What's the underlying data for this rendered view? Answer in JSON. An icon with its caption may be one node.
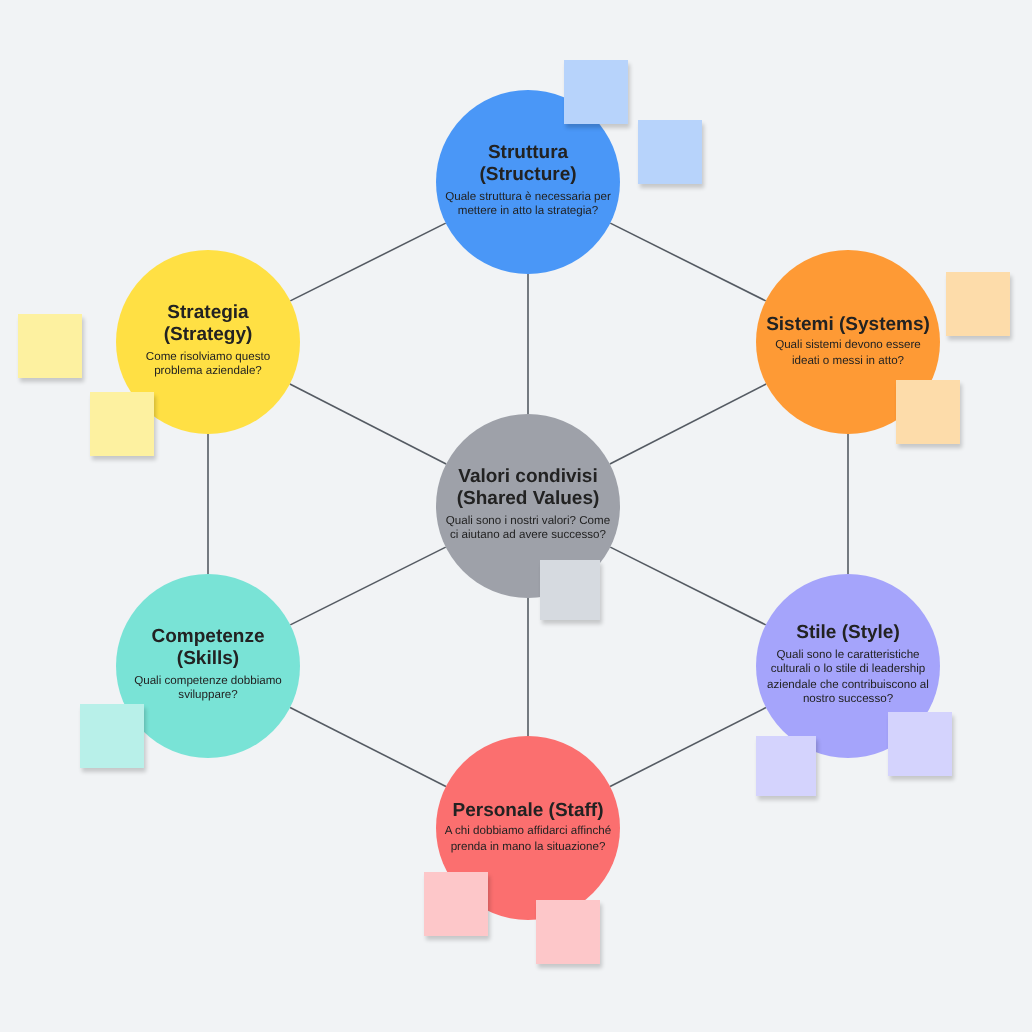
{
  "diagram": {
    "nodes": [
      {
        "text": [
          "Struttura (Structure)",
          "Quale struttura è necessaria per mettere in atto la strategia?"
        ]
      },
      {
        "text": [
          "Strategia (Strategy)",
          "Come risolviamo questo problema aziendale?"
        ]
      },
      {
        "text": [
          "Sistemi (Systems)",
          "Quali sistemi devono essere ideati o messi in atto?"
        ]
      },
      {
        "text": [
          "Valori condivisi (Shared Values)",
          "Quali sono i nostri valori? Come ci aiutano ad avere successo?"
        ]
      },
      {
        "text": [
          "Competenze (Skills)",
          "Quali competenze dobbiamo sviluppare?"
        ]
      },
      {
        "text": [
          "Stile (Style)",
          "Quali sono le caratteristiche culturali o lo stile di leadership aziendale che contribuiscono al nostro successo?"
        ]
      },
      {
        "text": [
          "Personale (Staff)",
          "A chi dobbiamo affidarci affinché prenda in mano la situazione?"
        ]
      }
    ],
    "edges": [
      {
        "from": 0,
        "to": 1,
        "arrow": "none"
      },
      {
        "from": 0,
        "to": 2,
        "arrow": "none"
      },
      {
        "from": 1,
        "to": 4,
        "arrow": "none"
      },
      {
        "from": 2,
        "to": 5,
        "arrow": "none"
      },
      {
        "from": 4,
        "to": 6,
        "arrow": "none"
      },
      {
        "from": 5,
        "to": 6,
        "arrow": "none"
      },
      {
        "from": 3,
        "to": 0,
        "arrow": "none"
      },
      {
        "from": 3,
        "to": 1,
        "arrow": "none"
      },
      {
        "from": 3,
        "to": 2,
        "arrow": "none"
      },
      {
        "from": 3,
        "to": 4,
        "arrow": "none"
      },
      {
        "from": 3,
        "to": 5,
        "arrow": "none"
      },
      {
        "from": 3,
        "to": 6,
        "arrow": "none"
      }
    ]
  }
}
